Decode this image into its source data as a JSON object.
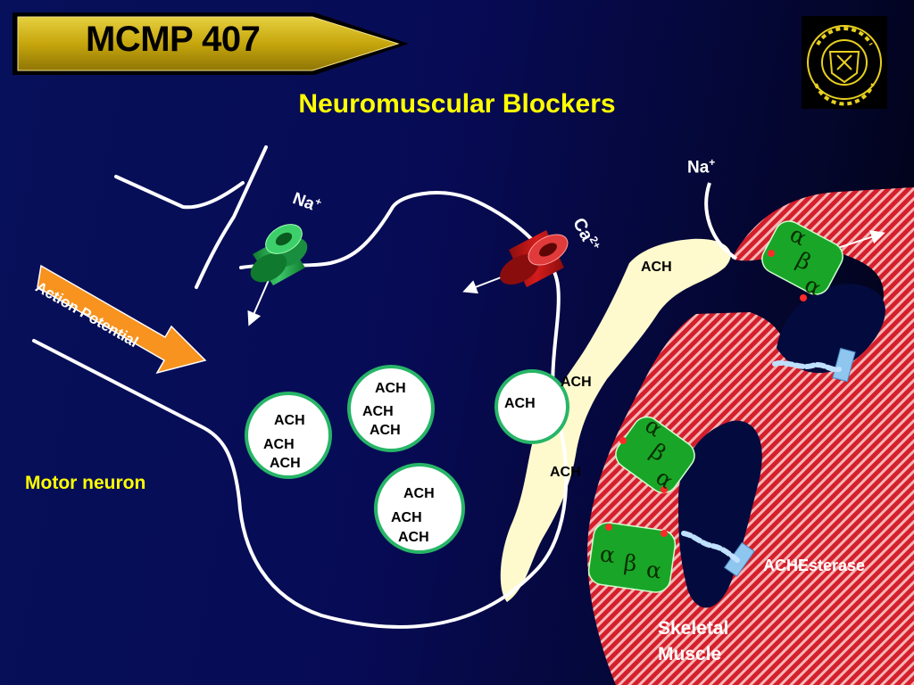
{
  "header": {
    "course": "MCMP 407"
  },
  "slide": {
    "title": "Neuromuscular Blockers"
  },
  "labels": {
    "motor_neuron": "Motor neuron",
    "action_potential": "Action Potential",
    "skeletal_muscle_line1": "Skeletal",
    "skeletal_muscle_line2": "Muscle",
    "esterase": "ACHEsterase"
  },
  "ions": {
    "na_left_base": "Na",
    "na_left_charge": "+",
    "ca_base": "Ca",
    "ca_charge": "2+",
    "na_right_base": "Na",
    "na_right_charge": "+"
  },
  "vesicles": [
    {
      "ach": [
        "ACH",
        "ACH",
        "ACH"
      ]
    },
    {
      "ach": [
        "ACH",
        "ACH",
        "ACH"
      ]
    },
    {
      "ach": [
        "ACH",
        "ACH",
        "ACH"
      ]
    },
    {
      "ach": [
        "ACH"
      ]
    }
  ],
  "cleft_ach": [
    "ACH",
    "ACH",
    "ACH"
  ],
  "receptor_subunits": {
    "alpha": "α",
    "beta": "β"
  },
  "logo": {
    "text": "PURDUE UNIVERSITY"
  },
  "colors": {
    "background": "#07105a",
    "title_yellow": "#ffff00",
    "banner_gold": "#c8a810",
    "arrow_orange": "#f7931e",
    "muscle_red": "#e0303c",
    "cleft_cream": "#fffacd",
    "vesicle_green": "#27b567",
    "receptor_green": "#22b52a",
    "channel_red": "#c41414",
    "esterase_blue": "#8fc6ef"
  }
}
